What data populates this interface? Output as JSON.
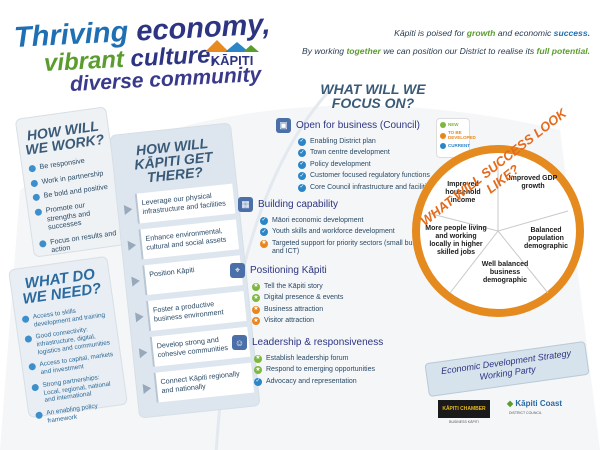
{
  "headline": {
    "line1_a": "Thriving",
    "line1_b": "economy,",
    "line2_a": "vibrant",
    "line2_b": "culture,",
    "line3": "diverse community",
    "logo_text": "KĀPITI"
  },
  "intro": {
    "p1_a": "Kāpiti is poised for",
    "p1_b": "growth",
    "p1_c": "and economic",
    "p1_d": "success.",
    "p2_a": "By working",
    "p2_b": "together",
    "p2_c": "we can position our District to realise its",
    "p2_d": "full potential."
  },
  "work": {
    "title": "HOW WILL WE WORK?",
    "items": [
      "Be responsive",
      "Work in partnership",
      "Be bold and positive",
      "Promote our strengths and successes",
      "Focus on results and action"
    ]
  },
  "need": {
    "title": "WHAT DO WE NEED?",
    "items": [
      "Access to skills development and training",
      "Good connectivity: infrastructure, digital, logistics and communities",
      "Access to capital, markets and investment",
      "Strong partnerships: Local, regional, national and international",
      "An enabling policy framework"
    ]
  },
  "there": {
    "title": "HOW WILL KĀPITI GET THERE?",
    "steps": [
      "Leverage our physical infrastructure and facilities",
      "Enhance environmental, cultural and social assets",
      "Position Kāpiti",
      "Foster a productive business environment",
      "Develop strong and cohesive communities",
      "Connect Kāpiti regionally and nationally"
    ]
  },
  "focus": {
    "title": "WHAT WILL WE FOCUS ON?",
    "sections": [
      {
        "heading": "Open for business (Council)",
        "icon": "building-icon",
        "items": [
          {
            "text": "Enabling District plan",
            "status": "current"
          },
          {
            "text": "Town centre development",
            "status": "current"
          },
          {
            "text": "Policy development",
            "status": "current"
          },
          {
            "text": "Customer focused regulatory functions",
            "status": "current"
          },
          {
            "text": "Core Council infrastructure and facilities",
            "status": "current"
          }
        ]
      },
      {
        "heading": "Building capability",
        "icon": "blocks-icon",
        "items": [
          {
            "text": "Māori economic development",
            "status": "current"
          },
          {
            "text": "Youth skills and workforce development",
            "status": "current"
          },
          {
            "text": "Targeted support for priority sectors (small business and ICT)",
            "status": "developing"
          }
        ]
      },
      {
        "heading": "Positioning Kāpiti",
        "icon": "map-pin-icon",
        "items": [
          {
            "text": "Tell the Kāpiti story",
            "status": "new"
          },
          {
            "text": "Digital presence & events",
            "status": "new"
          },
          {
            "text": "Business attraction",
            "status": "developing"
          },
          {
            "text": "Visitor attraction",
            "status": "developing"
          }
        ]
      },
      {
        "heading": "Leadership & responsiveness",
        "icon": "people-icon",
        "items": [
          {
            "text": "Establish leadership forum",
            "status": "new"
          },
          {
            "text": "Respond to emerging opportunities",
            "status": "new"
          },
          {
            "text": "Advocacy and representation",
            "status": "current"
          }
        ]
      }
    ]
  },
  "legend": {
    "new": "NEW",
    "developing": "TO BE DEVELOPED",
    "current": "CURRENT"
  },
  "legend_colors": {
    "new": "#7cb83e",
    "developing": "#e8861e",
    "current": "#2b86c8"
  },
  "success": {
    "title": "WHAT WILL SUCCESS LOOK LIKE?",
    "segments": [
      "Improved household income",
      "Improved GDP growth",
      "Balanced population demographic",
      "Well balanced business demographic",
      "More people living and working locally in higher skilled jobs"
    ]
  },
  "party": {
    "line1": "Economic Development Strategy",
    "line2": "Working Party"
  },
  "logos": {
    "chamber": "KĀPITI CHAMBER",
    "chamber_sub": "BUSINESS KĀPITI",
    "council": "Kāpiti Coast",
    "council_sub": "DISTRICT COUNCIL"
  }
}
